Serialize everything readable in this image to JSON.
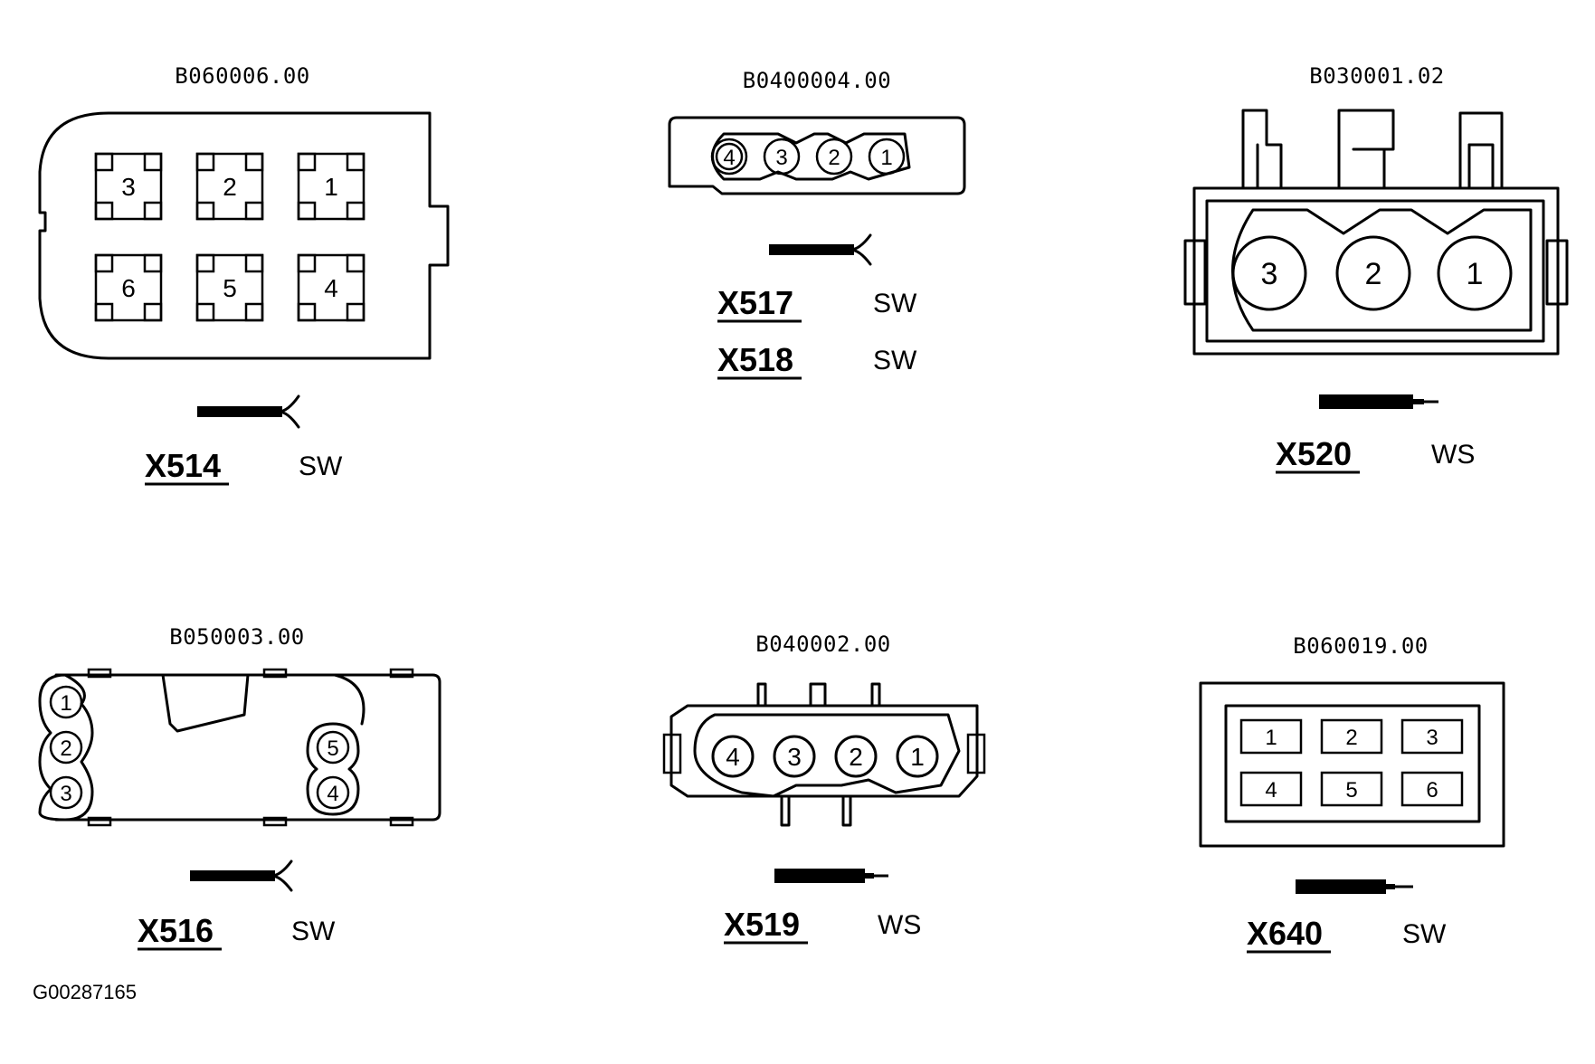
{
  "figure_id": "G00287165",
  "connectors": [
    {
      "part_number": "B060006.00",
      "pins": [
        "3",
        "2",
        "1",
        "6",
        "5",
        "4"
      ],
      "terminal": "female",
      "labels": [
        {
          "name": "X514",
          "color": "SW"
        }
      ]
    },
    {
      "part_number": "B0400004.00",
      "pins": [
        "4",
        "3",
        "2",
        "1"
      ],
      "terminal": "female",
      "labels": [
        {
          "name": "X517",
          "color": "SW"
        },
        {
          "name": "X518",
          "color": "SW"
        }
      ]
    },
    {
      "part_number": "B030001.02",
      "pins": [
        "3",
        "2",
        "1"
      ],
      "terminal": "male",
      "labels": [
        {
          "name": "X520",
          "color": "WS"
        }
      ]
    },
    {
      "part_number": "B050003.00",
      "pins": [
        "1",
        "2",
        "3",
        "5",
        "4"
      ],
      "terminal": "female",
      "labels": [
        {
          "name": "X516",
          "color": "SW"
        }
      ]
    },
    {
      "part_number": "B040002.00",
      "pins": [
        "4",
        "3",
        "2",
        "1"
      ],
      "terminal": "male",
      "labels": [
        {
          "name": "X519",
          "color": "WS"
        }
      ]
    },
    {
      "part_number": "B060019.00",
      "pins": [
        "1",
        "2",
        "3",
        "4",
        "5",
        "6"
      ],
      "terminal": "male",
      "labels": [
        {
          "name": "X640",
          "color": "SW"
        }
      ]
    }
  ]
}
